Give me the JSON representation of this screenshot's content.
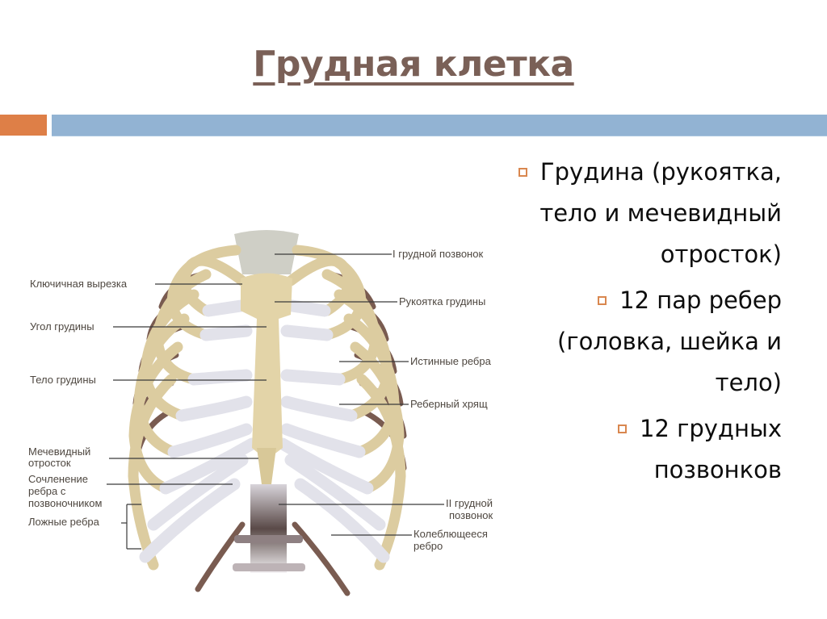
{
  "slide": {
    "title": "Грудная клетка",
    "colors": {
      "title": "#7a6057",
      "accent_orange": "#de7f47",
      "accent_blue": "#92b3d3",
      "bullet_marker": "#d9874f",
      "bone": "#dccca0",
      "cartilage": "#e2e2ea",
      "muscle": "#6b4a3e"
    }
  },
  "bullets": [
    {
      "icon": "square-bullet-icon",
      "lines": [
        "Грудина (рукоятка,",
        "тело и мечевидный",
        "отросток)"
      ]
    },
    {
      "icon": "square-bullet-icon",
      "lines": [
        "12 пар ребер",
        "(головка, шейка и",
        "тело)"
      ]
    },
    {
      "icon": "square-bullet-icon",
      "lines": [
        "12 грудных",
        "позвонков"
      ]
    }
  ],
  "figure": {
    "left_labels": [
      "Ключичная вырезка",
      "Угол грудины",
      "Тело грудины",
      "Мечевидный",
      "отросток",
      "Сочленение",
      "ребра с",
      "позвоночником",
      "Ложные ребра"
    ],
    "right_labels": [
      "I грудной позвонок",
      "Рукоятка грудины",
      "Истинные ребра",
      "Реберный хрящ",
      "II грудной",
      "позвонок",
      "Колеблющееся",
      "ребро"
    ]
  }
}
